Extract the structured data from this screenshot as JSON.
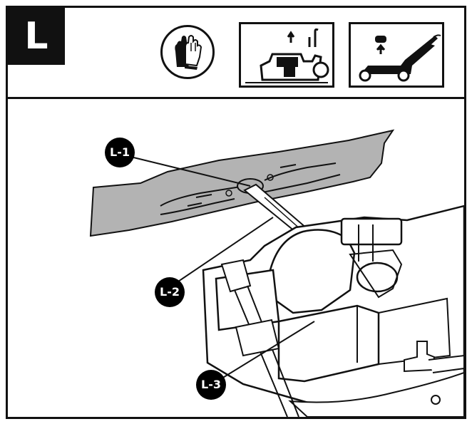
{
  "step": {
    "letter": "L"
  },
  "icons": {
    "gloves": "gloves-icon",
    "engine_lift": "engine-lift-icon",
    "mower_lift": "mower-lift-icon"
  },
  "callouts": [
    {
      "label": "L-1"
    },
    {
      "label": "L-2"
    },
    {
      "label": "L-3"
    }
  ],
  "colors": {
    "blade": "#b3b3b3",
    "ink": "#111111"
  }
}
